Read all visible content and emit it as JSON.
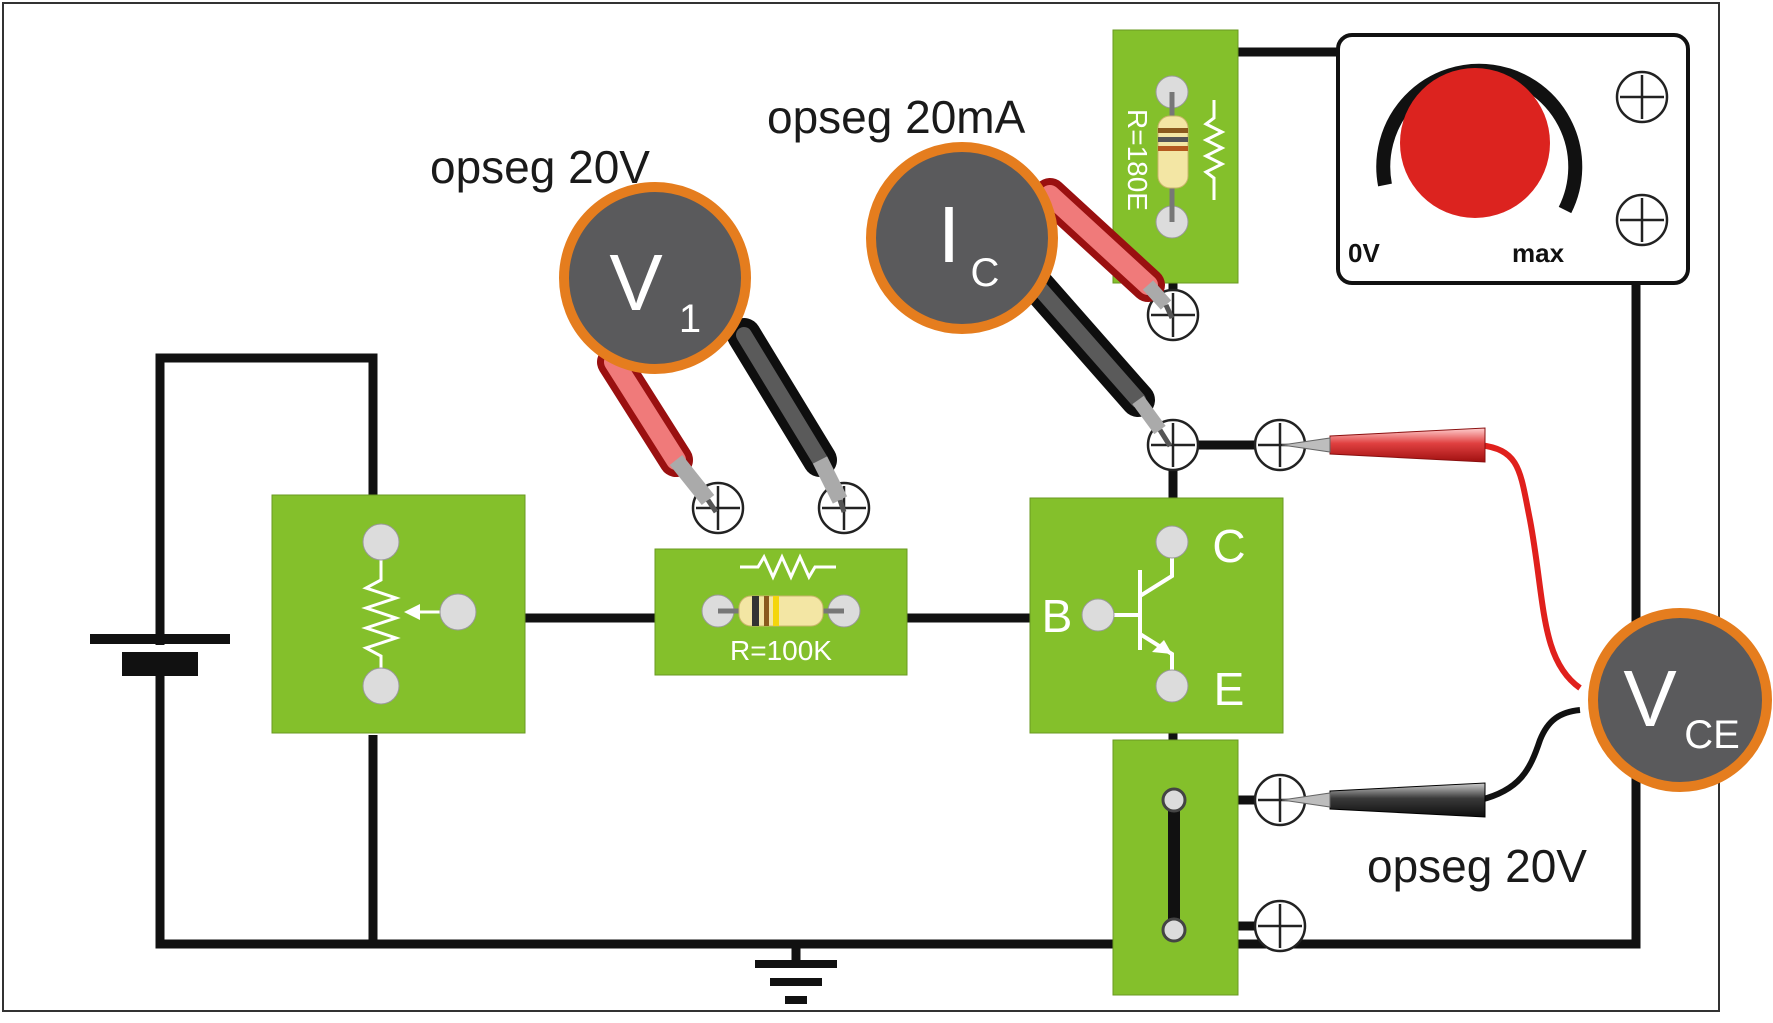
{
  "labels": {
    "v1_range": "opseg 20V",
    "ic_range": "opseg 20mA",
    "vce_range": "opseg 20V"
  },
  "meters": {
    "v1": {
      "main": "V",
      "sub": "1"
    },
    "ic": {
      "main": "I",
      "sub": "C"
    },
    "vce": {
      "main": "V",
      "sub": "CE"
    }
  },
  "components": {
    "base_resistor": "R=100K",
    "collector_resistor": "R=180E",
    "transistor_pins": {
      "b": "B",
      "c": "C",
      "e": "E"
    }
  },
  "power_supply": {
    "min_label": "0V",
    "max_label": "max"
  },
  "colors": {
    "board_green": "#84c02b",
    "meter_face": "#5a5a5c",
    "meter_ring": "#e57d1e",
    "knob_red": "#dc231f",
    "probe_red": "#e0201c",
    "wire": "#111111"
  }
}
